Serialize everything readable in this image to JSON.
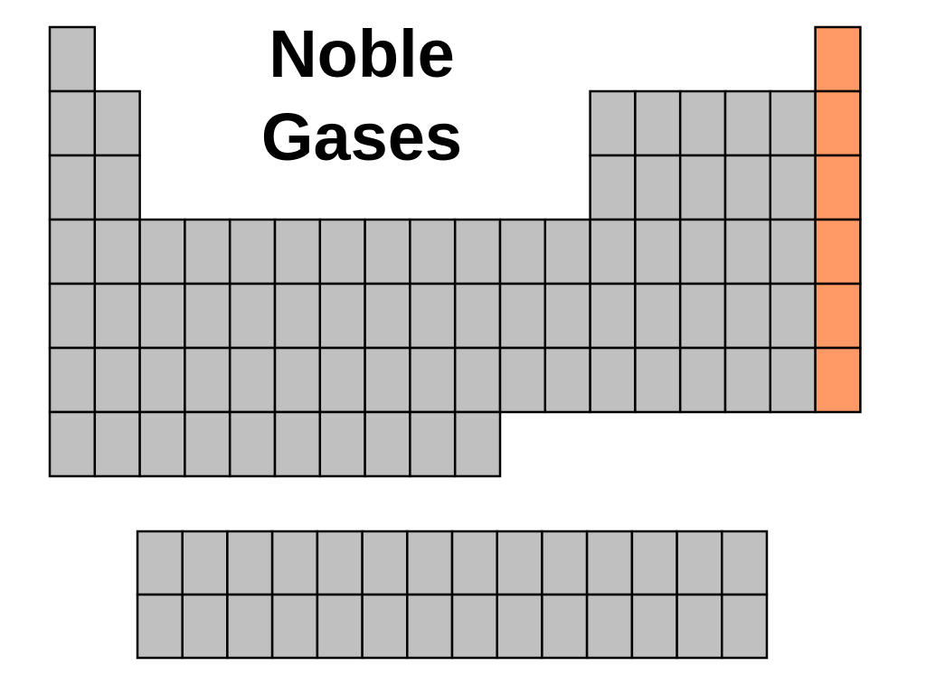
{
  "title": {
    "line1": "Noble",
    "line2": "Gases"
  },
  "colors": {
    "cell_fill": "#c0c0c0",
    "highlight_fill": "#ff9966",
    "border": "#000000",
    "background": "#ffffff"
  },
  "highlight": {
    "group": 18,
    "periods": [
      1,
      2,
      3,
      4,
      5,
      6
    ]
  },
  "main_table": {
    "periods": [
      {
        "period": 1,
        "groups": [
          1,
          18
        ]
      },
      {
        "period": 2,
        "groups": [
          1,
          2,
          13,
          14,
          15,
          16,
          17,
          18
        ]
      },
      {
        "period": 3,
        "groups": [
          1,
          2,
          13,
          14,
          15,
          16,
          17,
          18
        ]
      },
      {
        "period": 4,
        "groups": [
          1,
          2,
          3,
          4,
          5,
          6,
          7,
          8,
          9,
          10,
          11,
          12,
          13,
          14,
          15,
          16,
          17,
          18
        ]
      },
      {
        "period": 5,
        "groups": [
          1,
          2,
          3,
          4,
          5,
          6,
          7,
          8,
          9,
          10,
          11,
          12,
          13,
          14,
          15,
          16,
          17,
          18
        ]
      },
      {
        "period": 6,
        "groups": [
          1,
          2,
          3,
          4,
          5,
          6,
          7,
          8,
          9,
          10,
          11,
          12,
          13,
          14,
          15,
          16,
          17,
          18
        ]
      },
      {
        "period": 7,
        "groups": [
          1,
          2,
          3,
          4,
          5,
          6,
          7,
          8,
          9,
          10
        ]
      }
    ]
  },
  "f_block": {
    "rows": 2,
    "cells_per_row": 14
  }
}
